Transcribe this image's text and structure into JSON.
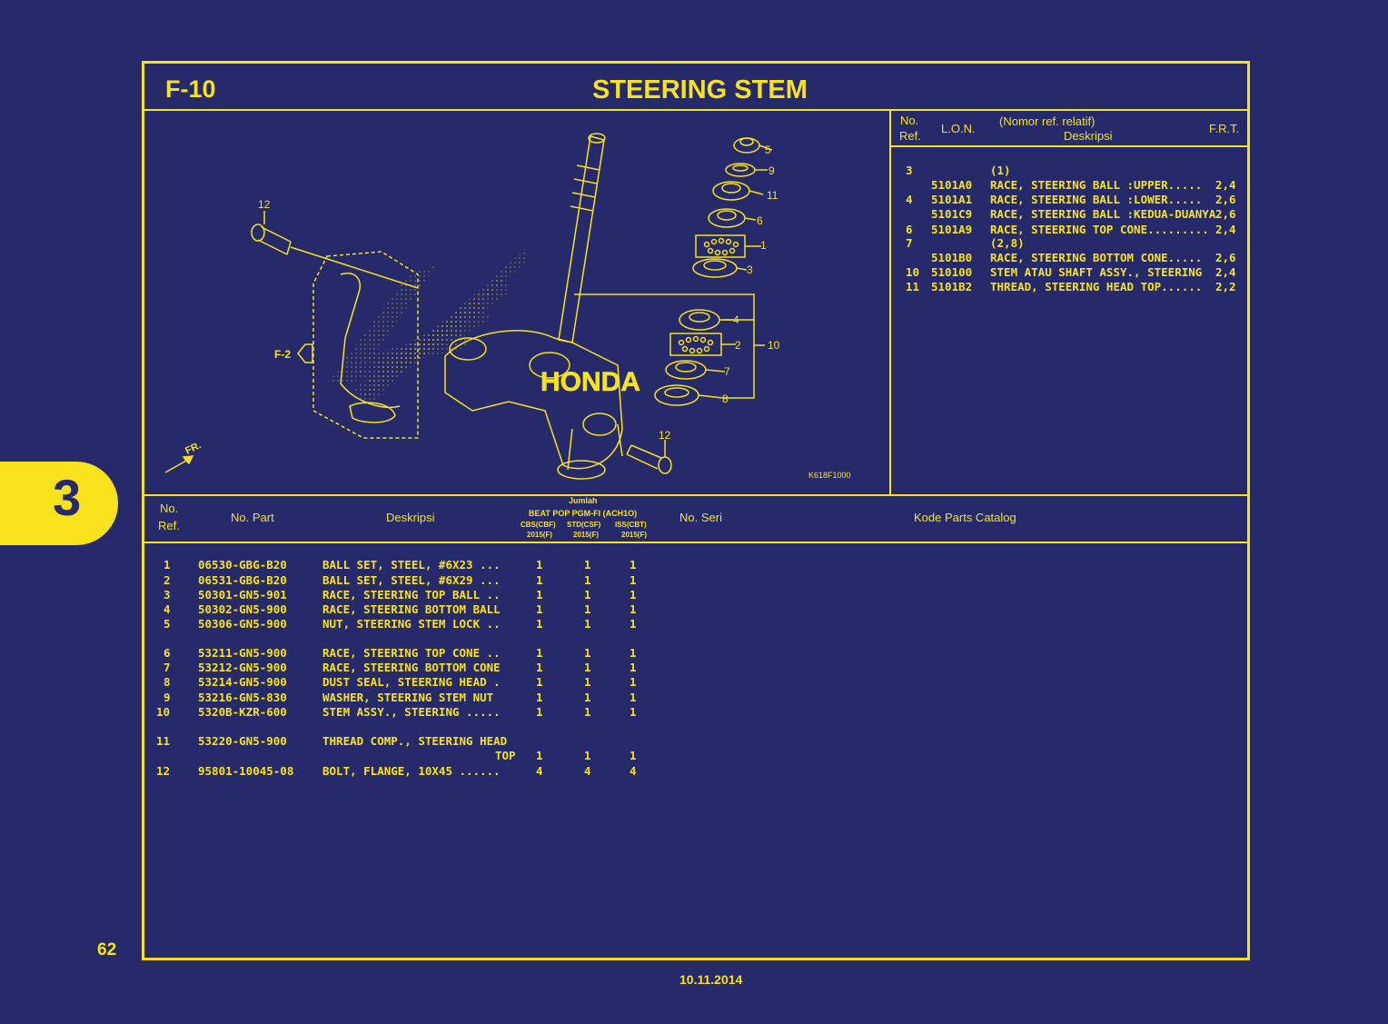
{
  "section": {
    "code": "F-10",
    "title": "STEERING STEM"
  },
  "chapter_tab": "3",
  "page_number": "62",
  "date": "10.11.2014",
  "diagram": {
    "drawing_id": "K618F1000",
    "ref_label": "F-2",
    "front_label": "FR.",
    "watermark": "HONDA",
    "callouts": [
      "5",
      "9",
      "11",
      "6",
      "1",
      "3",
      "4",
      "2",
      "10",
      "7",
      "8",
      "12",
      "12"
    ]
  },
  "frt_table": {
    "headers": {
      "no": "No.",
      "ref": "Ref.",
      "lon": "L.O.N.",
      "nomor": "(Nomor ref. relatif)",
      "desc": "Deskripsi",
      "frt": "F.R.T."
    },
    "rows": [
      {
        "ref": "3",
        "lon": "",
        "desc": "(1)",
        "frt": ""
      },
      {
        "ref": "",
        "lon": "5101A0",
        "desc": "RACE, STEERING BALL :UPPER.....",
        "frt": "2,4"
      },
      {
        "ref": "4",
        "lon": "5101A1",
        "desc": "RACE, STEERING BALL :LOWER.....",
        "frt": "2,6"
      },
      {
        "ref": "",
        "lon": "5101C9",
        "desc": "RACE, STEERING BALL :KEDUA-DUANYA",
        "frt": "2,6"
      },
      {
        "ref": "6",
        "lon": "5101A9",
        "desc": "RACE, STEERING TOP CONE.........",
        "frt": "2,4"
      },
      {
        "ref": "7",
        "lon": "",
        "desc": "(2,8)",
        "frt": ""
      },
      {
        "ref": "",
        "lon": "5101B0",
        "desc": "RACE, STEERING BOTTOM CONE.....",
        "frt": "2,6"
      },
      {
        "ref": "10",
        "lon": "510100",
        "desc": "STEM ATAU SHAFT ASSY., STEERING",
        "frt": "2,4"
      },
      {
        "ref": "11",
        "lon": "5101B2",
        "desc": "THREAD, STEERING HEAD TOP......",
        "frt": "2,2"
      }
    ]
  },
  "parts_table": {
    "headers": {
      "no": "No.",
      "ref": "Ref.",
      "part": "No. Part",
      "desc": "Deskripsi",
      "jumlah": "Jumlah",
      "model": "BEAT POP PGM-FI (ACH1O)",
      "variants": [
        {
          "name": "CBS(CBF)",
          "year": "2015(F)"
        },
        {
          "name": "STD(CSF)",
          "year": "2015(F)"
        },
        {
          "name": "ISS(CBT)",
          "year": "2015(F)"
        }
      ],
      "seri": "No. Seri",
      "catalog": "Kode Parts Catalog"
    },
    "rows": [
      {
        "ref": "1",
        "part": "06530-GBG-B20",
        "desc": "BALL SET, STEEL, #6X23 ...",
        "q": [
          "1",
          "1",
          "1"
        ]
      },
      {
        "ref": "2",
        "part": "06531-GBG-B20",
        "desc": "BALL SET, STEEL, #6X29 ...",
        "q": [
          "1",
          "1",
          "1"
        ]
      },
      {
        "ref": "3",
        "part": "50301-GN5-901",
        "desc": "RACE, STEERING TOP BALL ..",
        "q": [
          "1",
          "1",
          "1"
        ]
      },
      {
        "ref": "4",
        "part": "50302-GN5-900",
        "desc": "RACE, STEERING BOTTOM BALL",
        "q": [
          "1",
          "1",
          "1"
        ]
      },
      {
        "ref": "5",
        "part": "50306-GN5-900",
        "desc": "NUT, STEERING STEM LOCK ..",
        "q": [
          "1",
          "1",
          "1"
        ]
      },
      {
        "ref": "6",
        "part": "53211-GN5-900",
        "desc": "RACE, STEERING TOP CONE ..",
        "q": [
          "1",
          "1",
          "1"
        ]
      },
      {
        "ref": "7",
        "part": "53212-GN5-900",
        "desc": "RACE, STEERING BOTTOM CONE",
        "q": [
          "1",
          "1",
          "1"
        ]
      },
      {
        "ref": "8",
        "part": "53214-GN5-900",
        "desc": "DUST SEAL, STEERING HEAD .",
        "q": [
          "1",
          "1",
          "1"
        ]
      },
      {
        "ref": "9",
        "part": "53216-GN5-830",
        "desc": "WASHER, STEERING STEM NUT",
        "q": [
          "1",
          "1",
          "1"
        ]
      },
      {
        "ref": "10",
        "part": "5320B-KZR-600",
        "desc": "STEM ASSY., STEERING .....",
        "q": [
          "1",
          "1",
          "1"
        ]
      },
      {
        "ref": "11",
        "part": "53220-GN5-900",
        "desc": "THREAD COMP., STEERING HEAD",
        "q": [
          "",
          "",
          ""
        ]
      },
      {
        "ref": "",
        "part": "",
        "desc": "TOP",
        "q": [
          "1",
          "1",
          "1"
        ]
      },
      {
        "ref": "12",
        "part": "95801-10045-08",
        "desc": "BOLT, FLANGE, 10X45 ......",
        "q": [
          "4",
          "4",
          "4"
        ]
      }
    ]
  },
  "colors": {
    "background": "#262a6b",
    "accent": "#f7e21b"
  }
}
